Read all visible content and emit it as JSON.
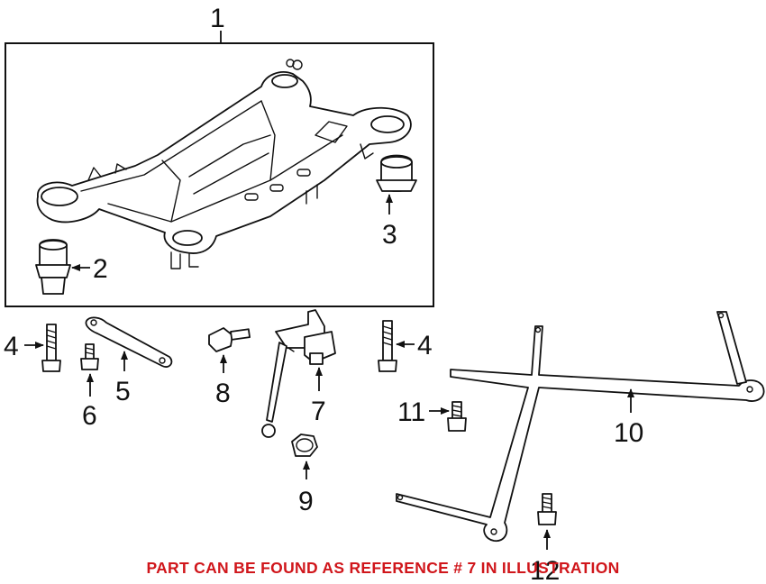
{
  "callouts": {
    "c1": "1",
    "c2": "2",
    "c3": "3",
    "c4a": "4",
    "c4b": "4",
    "c5": "5",
    "c6": "6",
    "c7": "7",
    "c8": "8",
    "c9": "9",
    "c10": "10",
    "c11": "11",
    "c12": "12"
  },
  "footer": {
    "note": "PART CAN BE FOUND AS REFERENCE # 7 IN ILLUSTRATION"
  },
  "colors": {
    "line": "#111111",
    "note": "#d0161b",
    "background": "#ffffff"
  }
}
